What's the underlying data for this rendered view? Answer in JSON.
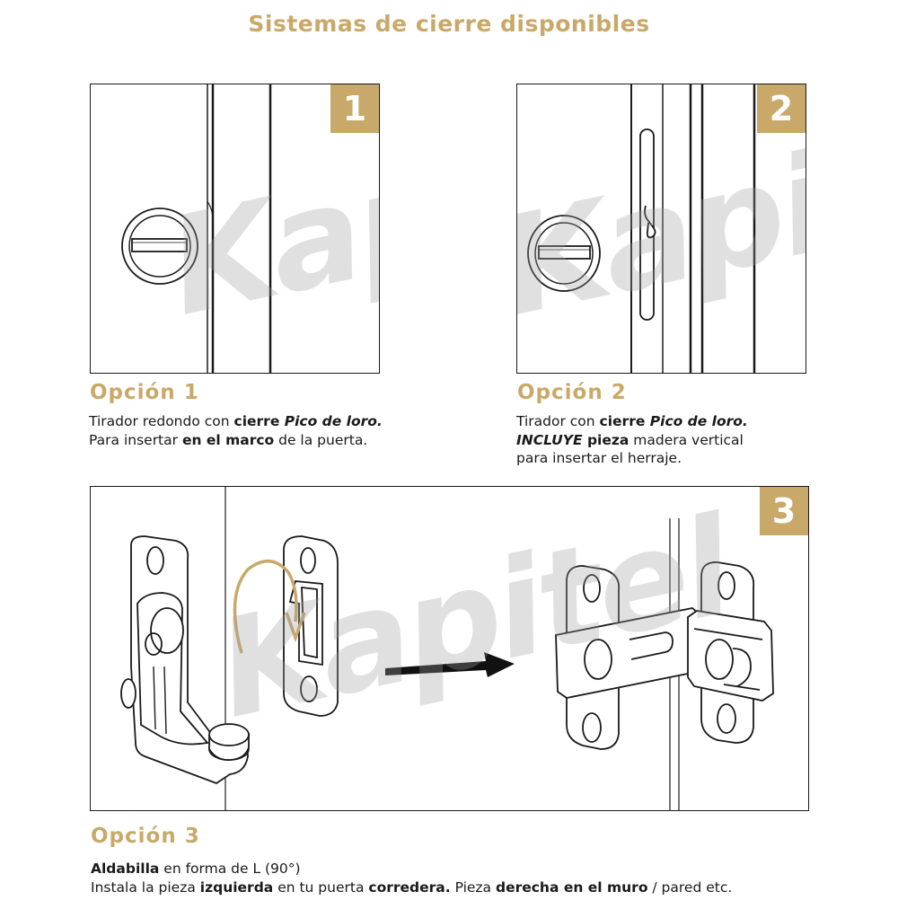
{
  "title": "Sistemas de cierre disponibles",
  "watermark": "Kapitel",
  "accent_color": "#c8a96a",
  "options": [
    {
      "badge": "1",
      "heading": "Opción 1",
      "line1": {
        "a": "Tirador redondo con ",
        "b": "cierre ",
        "c": "Pico de loro."
      },
      "line2": {
        "a": "Para insertar ",
        "b": "en el marco",
        "c": " de la puerta."
      }
    },
    {
      "badge": "2",
      "heading": "Opción 2",
      "line1": {
        "a": "Tirador con ",
        "b": "cierre ",
        "c": "Pico de loro."
      },
      "line2": {
        "a": "INCLUYE",
        "b": " pieza",
        "c": " madera vertical"
      },
      "line3": "para insertar el herraje."
    },
    {
      "badge": "3",
      "heading": "Opción 3",
      "line1": {
        "a": "Aldabilla",
        "b": " en forma de L (90°)"
      },
      "line2": {
        "a": "Instala la pieza ",
        "b": "izquierda",
        "c": " en tu puerta ",
        "d": "corredera.",
        "e": " Pieza ",
        "f": "derecha en el muro",
        "g": " / pared etc."
      }
    }
  ]
}
